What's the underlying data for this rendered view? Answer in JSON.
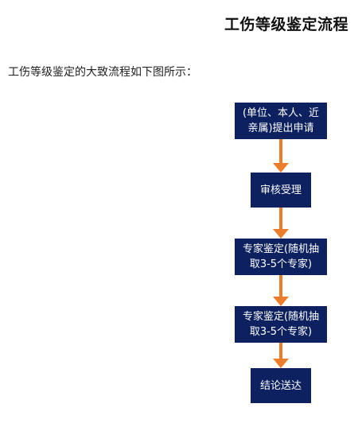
{
  "title": "工伤等级鉴定流程",
  "intro": "工伤等级鉴定的大致流程如下图所示：",
  "flowchart": {
    "steps": [
      {
        "label": "(单位、本人、近\n亲属)提出申请"
      },
      {
        "label": "审核受理"
      },
      {
        "label": "专家鉴定(随机抽\n取3-5个专家)"
      },
      {
        "label": "专家鉴定(随机抽\n取3-5个专家)"
      },
      {
        "label": "结论送达"
      }
    ],
    "box_color": "#0d2160",
    "arrow_color": "#ee7d2b"
  }
}
